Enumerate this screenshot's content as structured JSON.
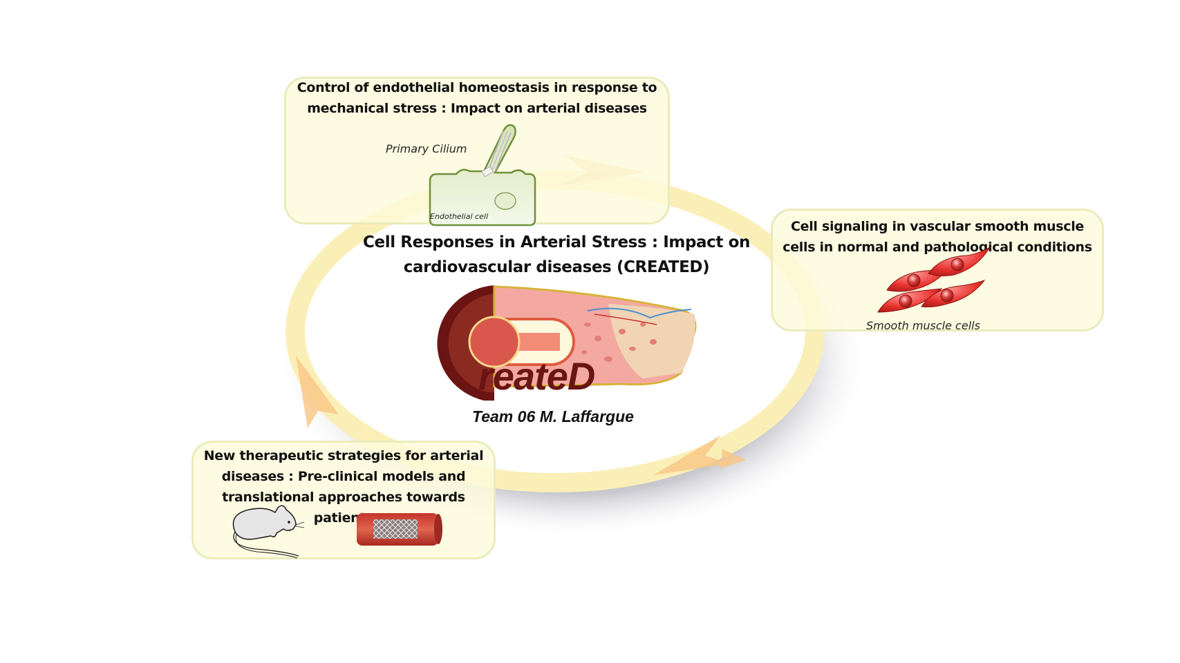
{
  "center": {
    "title": "Cell Responses in Arterial Stress : Impact on cardiovascular diseases (CREATED)",
    "logo_text": "reateD",
    "team": "Team 06 M. Laffargue"
  },
  "boxes": [
    {
      "title": "Control of endothelial homeostasis in response to mechanical stress : Impact on arterial diseases",
      "labels": [
        "Primary Cilium",
        "Endothelial cell"
      ]
    },
    {
      "title": "Cell signaling in vascular smooth muscle cells in normal and pathological conditions",
      "labels": [
        "Smooth muscle cells"
      ]
    },
    {
      "title": "New therapeutic strategies for arterial diseases : Pre-clinical models and translational approaches towards patients",
      "labels": []
    }
  ],
  "colors": {
    "cycle_ring": "#fbefb8",
    "arrow": "#f8c887",
    "box_fill": "#fcfbdc",
    "box_border": "#e9ebbc",
    "logo_brown": "#6b1414",
    "cell_red": "#e8322e",
    "cell_green": "#dfe9c4"
  },
  "icons": [
    "cycle-ring",
    "endothelial-cell-icon",
    "smooth-muscle-cells-icon",
    "mouse-icon",
    "stent-artery-icon",
    "artery-logo-icon"
  ]
}
